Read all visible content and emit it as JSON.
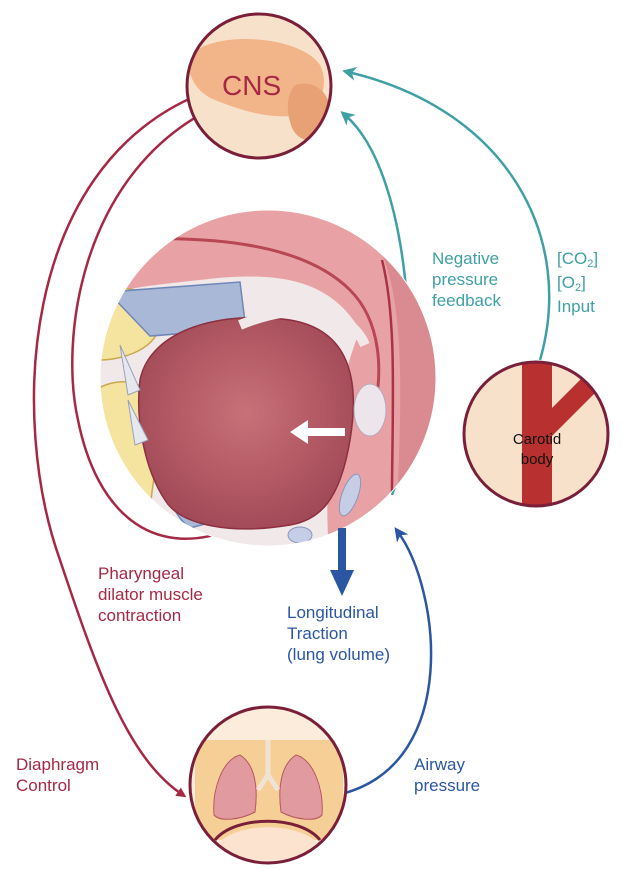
{
  "nodes": {
    "cns": {
      "label": "CNS"
    },
    "carotid": {
      "line1": "Carotid",
      "line2": "body"
    }
  },
  "labels": {
    "negative_feedback": [
      "Negative",
      "pressure",
      "feedback"
    ],
    "chemo_input": {
      "co2_open": "[CO",
      "co2_sub": "2",
      "co2_close": "]",
      "o2_open": "[O",
      "o2_sub": "2",
      "o2_close": "]",
      "input": "Input"
    },
    "pharyngeal": [
      "Pharyngeal",
      "dilator muscle",
      "contraction"
    ],
    "longitudinal": [
      "Longitudinal",
      "Traction",
      "(lung volume)"
    ],
    "diaphragm": [
      "Diaphragm",
      "Control"
    ],
    "airway": [
      "Airway",
      "pressure"
    ]
  },
  "colors": {
    "crimson": "#a52845",
    "teal": "#3fa0a3",
    "blue": "#2b56a1",
    "circle_border": "#7a1f3a"
  },
  "icons": {
    "cns": "brain-icon",
    "carotid": "artery-icon",
    "lungs": "lungs-icon",
    "airway": "upper-airway-illustration"
  }
}
